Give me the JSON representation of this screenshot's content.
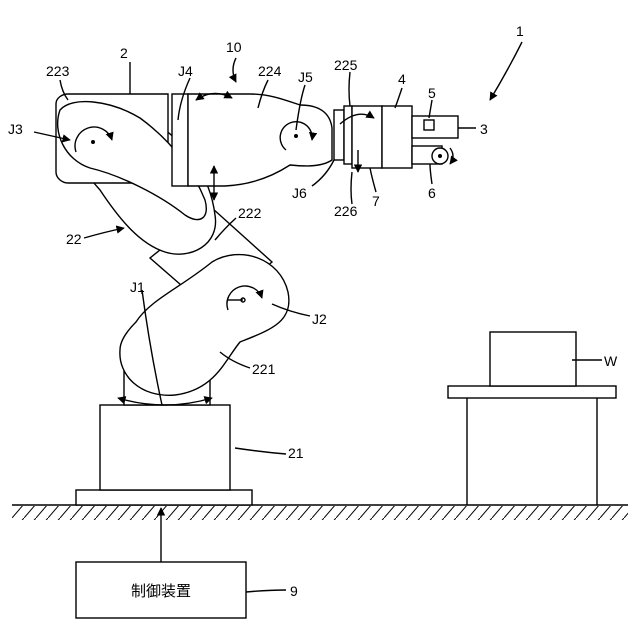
{
  "labels": {
    "system": "1",
    "robot": "2",
    "tool_mount": "3",
    "flange_unit": "4",
    "sensor": "5",
    "roller": "6",
    "joint_part": "7",
    "controller_ref": "9",
    "arm_ref": "10",
    "base": "21",
    "arm": "22",
    "lower_arm": "221",
    "upper_link": "222",
    "shoulder_link": "223",
    "forearm": "224",
    "wrist_a": "225",
    "wrist_b": "226",
    "j1": "J1",
    "j2": "J2",
    "j3": "J3",
    "j4": "J4",
    "j5": "J5",
    "j6": "J6",
    "workpiece": "W"
  },
  "controller": {
    "label": "制御装置"
  }
}
